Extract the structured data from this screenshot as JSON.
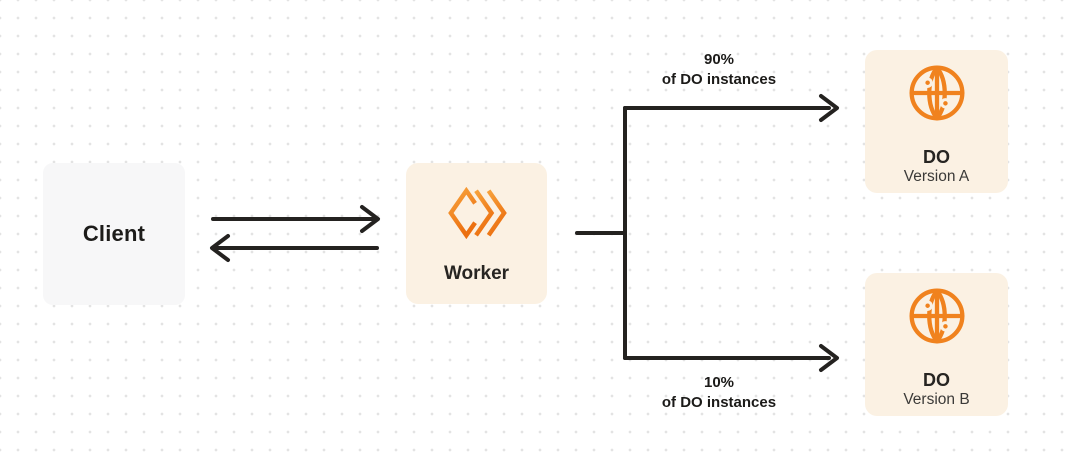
{
  "canvas": {
    "background": "#FFFFFF",
    "dot_grid_color": "#E3E3E3"
  },
  "colors": {
    "accent_orange": "#F0821E",
    "accent_orange_light": "#F7A23C",
    "accent_orange_dark": "#EC7010",
    "node_peach": "#FBF1E3",
    "node_gray": "#F7F7F8",
    "line_dark": "#242220",
    "text_primary": "#1D1C1A",
    "text_secondary": "#3B3A38"
  },
  "nodes": {
    "client": {
      "label": "Client"
    },
    "worker": {
      "label": "Worker",
      "icon": "workers-logo-icon"
    },
    "do_version_a": {
      "title": "DO",
      "subtitle": "Version A",
      "icon": "durable-object-globe-icon"
    },
    "do_version_b": {
      "title": "DO",
      "subtitle": "Version B",
      "icon": "durable-object-globe-icon"
    }
  },
  "routes": {
    "to_version_a": {
      "percent": "90%",
      "caption": "of DO instances"
    },
    "to_version_b": {
      "percent": "10%",
      "caption": "of DO instances"
    }
  }
}
